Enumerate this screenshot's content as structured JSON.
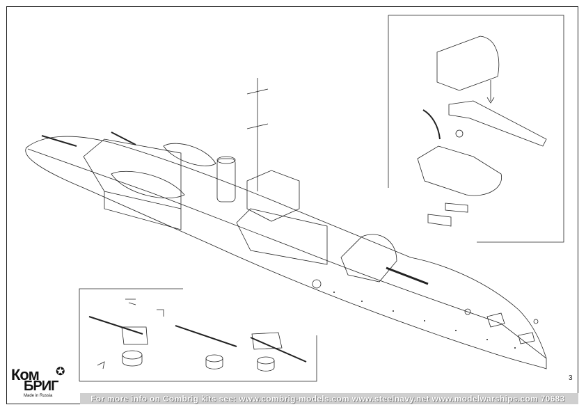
{
  "page": {
    "page_number": "3"
  },
  "footer": {
    "info_text": "For more info on Combrig kits see: www.combrig-models.com www.steelnavy.net  www.modelwarships.com  70683"
  },
  "logo": {
    "top_word": "Ком",
    "bottom_word": "БРИГ",
    "made_in": "Made in Russia",
    "star_glyph": "✪"
  }
}
